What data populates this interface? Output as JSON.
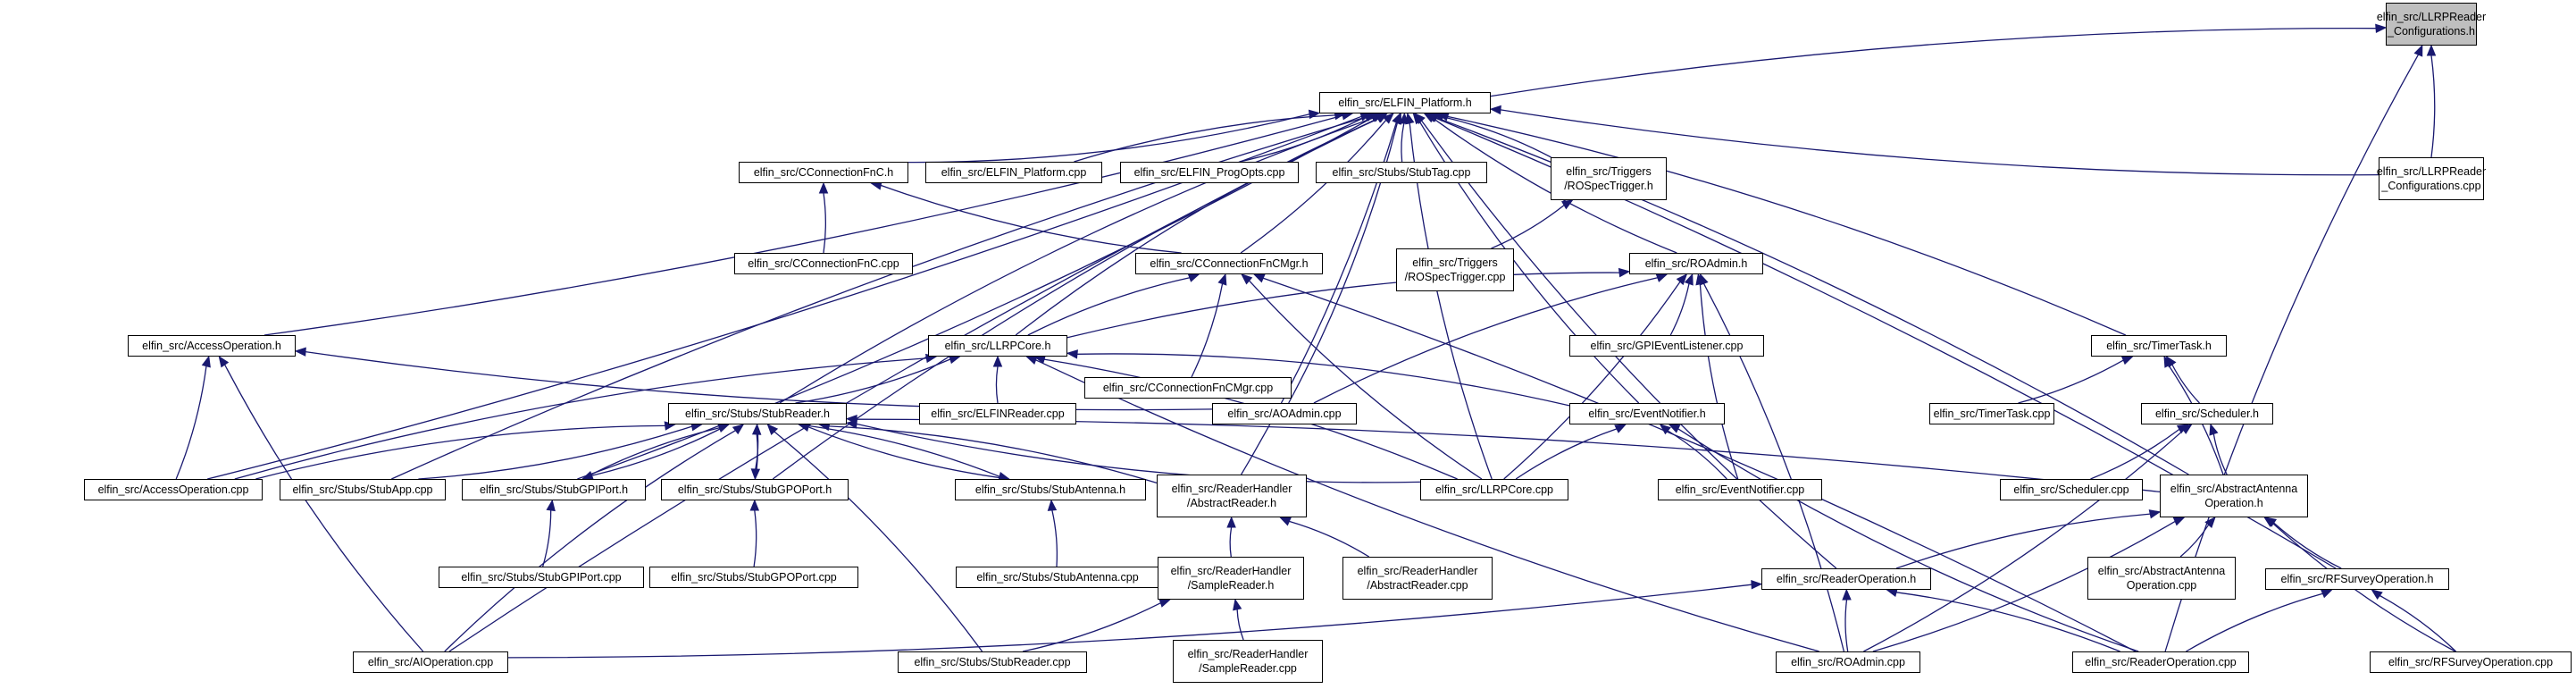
{
  "graph": {
    "title": "Include dependency graph",
    "edge_color": "#191970",
    "root_fill": "#bfbfbf",
    "nodes": [
      {
        "id": "LLRPReaderConfig_h",
        "lines": [
          "elfin_src/LLRPReader",
          "_Configurations.h"
        ],
        "root": true
      },
      {
        "id": "ELFIN_Platform_h",
        "lines": [
          "elfin_src/ELFIN_Platform.h"
        ]
      },
      {
        "id": "CConnectionFnC_h",
        "lines": [
          "elfin_src/CConnectionFnC.h"
        ]
      },
      {
        "id": "ELFIN_Platform_cpp",
        "lines": [
          "elfin_src/ELFIN_Platform.cpp"
        ]
      },
      {
        "id": "ELFIN_ProgOpts_cpp",
        "lines": [
          "elfin_src/ELFIN_ProgOpts.cpp"
        ]
      },
      {
        "id": "StubTag_cpp",
        "lines": [
          "elfin_src/Stubs/StubTag.cpp"
        ]
      },
      {
        "id": "ROSpecTrigger_h",
        "lines": [
          "elfin_src/Triggers",
          "/ROSpecTrigger.h"
        ]
      },
      {
        "id": "LLRPReaderConfig_cpp",
        "lines": [
          "elfin_src/LLRPReader",
          "_Configurations.cpp"
        ]
      },
      {
        "id": "CConnectionFnC_cpp",
        "lines": [
          "elfin_src/CConnectionFnC.cpp"
        ]
      },
      {
        "id": "CConnectionFnCMgr_h",
        "lines": [
          "elfin_src/CConnectionFnCMgr.h"
        ]
      },
      {
        "id": "ROSpecTrigger_cpp",
        "lines": [
          "elfin_src/Triggers",
          "/ROSpecTrigger.cpp"
        ]
      },
      {
        "id": "ROAdmin_h",
        "lines": [
          "elfin_src/ROAdmin.h"
        ]
      },
      {
        "id": "AccessOperation_h",
        "lines": [
          "elfin_src/AccessOperation.h"
        ]
      },
      {
        "id": "LLRPCore_h",
        "lines": [
          "elfin_src/LLRPCore.h"
        ]
      },
      {
        "id": "CConnectionFnCMgr_cpp",
        "lines": [
          "elfin_src/CConnectionFnCMgr.cpp"
        ]
      },
      {
        "id": "GPIEventListener_cpp",
        "lines": [
          "elfin_src/GPIEventListener.cpp"
        ]
      },
      {
        "id": "TimerTask_h",
        "lines": [
          "elfin_src/TimerTask.h"
        ]
      },
      {
        "id": "StubReader_h",
        "lines": [
          "elfin_src/Stubs/StubReader.h"
        ]
      },
      {
        "id": "ELFINReader_cpp",
        "lines": [
          "elfin_src/ELFINReader.cpp"
        ]
      },
      {
        "id": "AOAdmin_cpp",
        "lines": [
          "elfin_src/AOAdmin.cpp"
        ]
      },
      {
        "id": "EventNotifier_h",
        "lines": [
          "elfin_src/EventNotifier.h"
        ]
      },
      {
        "id": "TimerTask_cpp",
        "lines": [
          "elfin_src/TimerTask.cpp"
        ]
      },
      {
        "id": "Scheduler_h",
        "lines": [
          "elfin_src/Scheduler.h"
        ]
      },
      {
        "id": "AccessOperation_cpp",
        "lines": [
          "elfin_src/AccessOperation.cpp"
        ]
      },
      {
        "id": "StubApp_cpp",
        "lines": [
          "elfin_src/Stubs/StubApp.cpp"
        ]
      },
      {
        "id": "StubGPIPort_h",
        "lines": [
          "elfin_src/Stubs/StubGPIPort.h"
        ]
      },
      {
        "id": "StubGPOPort_h",
        "lines": [
          "elfin_src/Stubs/StubGPOPort.h"
        ]
      },
      {
        "id": "StubAntenna_h",
        "lines": [
          "elfin_src/Stubs/StubAntenna.h"
        ]
      },
      {
        "id": "AbstractReader_h",
        "lines": [
          "elfin_src/ReaderHandler",
          "/AbstractReader.h"
        ]
      },
      {
        "id": "LLRPCore_cpp",
        "lines": [
          "elfin_src/LLRPCore.cpp"
        ]
      },
      {
        "id": "EventNotifier_cpp",
        "lines": [
          "elfin_src/EventNotifier.cpp"
        ]
      },
      {
        "id": "Scheduler_cpp",
        "lines": [
          "elfin_src/Scheduler.cpp"
        ]
      },
      {
        "id": "AbstractAntennaOp_h",
        "lines": [
          "elfin_src/AbstractAntenna",
          "Operation.h"
        ]
      },
      {
        "id": "StubGPIPort_cpp",
        "lines": [
          "elfin_src/Stubs/StubGPIPort.cpp"
        ]
      },
      {
        "id": "StubGPOPort_cpp",
        "lines": [
          "elfin_src/Stubs/StubGPOPort.cpp"
        ]
      },
      {
        "id": "StubAntenna_cpp",
        "lines": [
          "elfin_src/Stubs/StubAntenna.cpp"
        ]
      },
      {
        "id": "SampleReader_h",
        "lines": [
          "elfin_src/ReaderHandler",
          "/SampleReader.h"
        ]
      },
      {
        "id": "AbstractReader_cpp",
        "lines": [
          "elfin_src/ReaderHandler",
          "/AbstractReader.cpp"
        ]
      },
      {
        "id": "ReaderOperation_h",
        "lines": [
          "elfin_src/ReaderOperation.h"
        ]
      },
      {
        "id": "AbstractAntennaOp_cpp",
        "lines": [
          "elfin_src/AbstractAntenna",
          "Operation.cpp"
        ]
      },
      {
        "id": "RFSurveyOperation_h",
        "lines": [
          "elfin_src/RFSurveyOperation.h"
        ]
      },
      {
        "id": "AIOperation_cpp",
        "lines": [
          "elfin_src/AIOperation.cpp"
        ]
      },
      {
        "id": "StubReader_cpp",
        "lines": [
          "elfin_src/Stubs/StubReader.cpp"
        ]
      },
      {
        "id": "SampleReader_cpp",
        "lines": [
          "elfin_src/ReaderHandler",
          "/SampleReader.cpp"
        ]
      },
      {
        "id": "ROAdmin_cpp",
        "lines": [
          "elfin_src/ROAdmin.cpp"
        ]
      },
      {
        "id": "ReaderOperation_cpp",
        "lines": [
          "elfin_src/ReaderOperation.cpp"
        ]
      },
      {
        "id": "RFSurveyOperation_cpp",
        "lines": [
          "elfin_src/RFSurveyOperation.cpp"
        ]
      }
    ],
    "edges": [
      [
        "ELFIN_Platform_h",
        "LLRPReaderConfig_h"
      ],
      [
        "LLRPReaderConfig_cpp",
        "LLRPReaderConfig_h"
      ],
      [
        "ReaderOperation_cpp",
        "LLRPReaderConfig_h"
      ],
      [
        "CConnectionFnC_h",
        "ELFIN_Platform_h"
      ],
      [
        "ELFIN_Platform_cpp",
        "ELFIN_Platform_h"
      ],
      [
        "ELFIN_ProgOpts_cpp",
        "ELFIN_Platform_h"
      ],
      [
        "StubTag_cpp",
        "ELFIN_Platform_h"
      ],
      [
        "ROSpecTrigger_h",
        "ELFIN_Platform_h"
      ],
      [
        "LLRPReaderConfig_cpp",
        "ELFIN_Platform_h"
      ],
      [
        "CConnectionFnCMgr_h",
        "ELFIN_Platform_h"
      ],
      [
        "ROAdmin_h",
        "ELFIN_Platform_h"
      ],
      [
        "AccessOperation_h",
        "ELFIN_Platform_h"
      ],
      [
        "LLRPCore_h",
        "ELFIN_Platform_h"
      ],
      [
        "TimerTask_h",
        "ELFIN_Platform_h"
      ],
      [
        "StubReader_h",
        "ELFIN_Platform_h"
      ],
      [
        "AOAdmin_cpp",
        "ELFIN_Platform_h"
      ],
      [
        "EventNotifier_h",
        "ELFIN_Platform_h"
      ],
      [
        "AccessOperation_cpp",
        "ELFIN_Platform_h"
      ],
      [
        "StubApp_cpp",
        "ELFIN_Platform_h"
      ],
      [
        "StubGPIPort_h",
        "ELFIN_Platform_h"
      ],
      [
        "StubGPOPort_h",
        "ELFIN_Platform_h"
      ],
      [
        "AbstractReader_h",
        "ELFIN_Platform_h"
      ],
      [
        "LLRPCore_cpp",
        "ELFIN_Platform_h"
      ],
      [
        "AbstractAntennaOp_h",
        "ELFIN_Platform_h"
      ],
      [
        "ReaderOperation_h",
        "ELFIN_Platform_h"
      ],
      [
        "RFSurveyOperation_h",
        "ELFIN_Platform_h"
      ],
      [
        "AIOperation_cpp",
        "ELFIN_Platform_h"
      ],
      [
        "CConnectionFnC_cpp",
        "CConnectionFnC_h"
      ],
      [
        "CConnectionFnCMgr_h",
        "CConnectionFnC_h"
      ],
      [
        "ROSpecTrigger_cpp",
        "ROSpecTrigger_h"
      ],
      [
        "LLRPCore_h",
        "CConnectionFnCMgr_h"
      ],
      [
        "CConnectionFnCMgr_cpp",
        "CConnectionFnCMgr_h"
      ],
      [
        "LLRPCore_cpp",
        "CConnectionFnCMgr_h"
      ],
      [
        "ReaderOperation_cpp",
        "CConnectionFnCMgr_h"
      ],
      [
        "LLRPCore_h",
        "ROAdmin_h"
      ],
      [
        "GPIEventListener_cpp",
        "ROAdmin_h"
      ],
      [
        "AOAdmin_cpp",
        "ROAdmin_h"
      ],
      [
        "LLRPCore_cpp",
        "ROAdmin_h"
      ],
      [
        "EventNotifier_cpp",
        "ROAdmin_h"
      ],
      [
        "ROAdmin_cpp",
        "ROAdmin_h"
      ],
      [
        "AOAdmin_cpp",
        "AccessOperation_h"
      ],
      [
        "AccessOperation_cpp",
        "AccessOperation_h"
      ],
      [
        "AIOperation_cpp",
        "AccessOperation_h"
      ],
      [
        "StubReader_h",
        "LLRPCore_h"
      ],
      [
        "ELFINReader_cpp",
        "LLRPCore_h"
      ],
      [
        "EventNotifier_h",
        "LLRPCore_h"
      ],
      [
        "AccessOperation_cpp",
        "LLRPCore_h"
      ],
      [
        "LLRPCore_cpp",
        "LLRPCore_h"
      ],
      [
        "ROAdmin_cpp",
        "LLRPCore_h"
      ],
      [
        "TimerTask_cpp",
        "TimerTask_h"
      ],
      [
        "Scheduler_h",
        "TimerTask_h"
      ],
      [
        "AbstractAntennaOp_h",
        "TimerTask_h"
      ],
      [
        "AccessOperation_cpp",
        "StubReader_h"
      ],
      [
        "StubApp_cpp",
        "StubReader_h"
      ],
      [
        "StubGPIPort_h",
        "StubReader_h"
      ],
      [
        "StubGPOPort_h",
        "StubReader_h"
      ],
      [
        "StubAntenna_h",
        "StubReader_h"
      ],
      [
        "AbstractReader_h",
        "StubReader_h"
      ],
      [
        "LLRPCore_cpp",
        "StubReader_h"
      ],
      [
        "AbstractAntennaOp_h",
        "StubReader_h"
      ],
      [
        "AIOperation_cpp",
        "StubReader_h"
      ],
      [
        "StubReader_cpp",
        "StubReader_h"
      ],
      [
        "LLRPCore_cpp",
        "EventNotifier_h"
      ],
      [
        "EventNotifier_cpp",
        "EventNotifier_h"
      ],
      [
        "ReaderOperation_cpp",
        "EventNotifier_h"
      ],
      [
        "Scheduler_cpp",
        "Scheduler_h"
      ],
      [
        "AbstractAntennaOp_h",
        "Scheduler_h"
      ],
      [
        "ROAdmin_cpp",
        "Scheduler_h"
      ],
      [
        "StubReader_h",
        "StubGPIPort_h"
      ],
      [
        "StubGPIPort_cpp",
        "StubGPIPort_h"
      ],
      [
        "StubReader_h",
        "StubGPOPort_h"
      ],
      [
        "StubGPOPort_cpp",
        "StubGPOPort_h"
      ],
      [
        "StubReader_h",
        "StubAntenna_h"
      ],
      [
        "StubAntenna_cpp",
        "StubAntenna_h"
      ],
      [
        "SampleReader_h",
        "AbstractReader_h"
      ],
      [
        "AbstractReader_cpp",
        "AbstractReader_h"
      ],
      [
        "ReaderOperation_h",
        "AbstractAntennaOp_h"
      ],
      [
        "AbstractAntennaOp_cpp",
        "AbstractAntennaOp_h"
      ],
      [
        "RFSurveyOperation_h",
        "AbstractAntennaOp_h"
      ],
      [
        "ROAdmin_cpp",
        "AbstractAntennaOp_h"
      ],
      [
        "RFSurveyOperation_cpp",
        "AbstractAntennaOp_h"
      ],
      [
        "StubReader_cpp",
        "SampleReader_h"
      ],
      [
        "SampleReader_cpp",
        "SampleReader_h"
      ],
      [
        "AIOperation_cpp",
        "ReaderOperation_h"
      ],
      [
        "ROAdmin_cpp",
        "ReaderOperation_h"
      ],
      [
        "ReaderOperation_cpp",
        "ReaderOperation_h"
      ],
      [
        "ReaderOperation_cpp",
        "RFSurveyOperation_h"
      ],
      [
        "RFSurveyOperation_cpp",
        "RFSurveyOperation_h"
      ]
    ]
  }
}
